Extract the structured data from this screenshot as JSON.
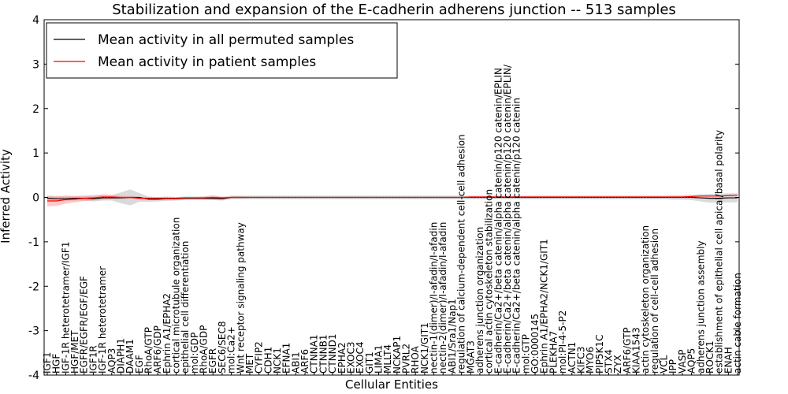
{
  "chart_data": {
    "type": "line",
    "title": "Stabilization and expansion of the E-cadherin adherens junction -- 513 samples",
    "xlabel": "Cellular Entities",
    "ylabel": "Inferred Activity",
    "ylim": [
      -4,
      4
    ],
    "yticks": [
      -4,
      -3,
      -2,
      -1,
      0,
      1,
      2,
      3,
      4
    ],
    "grid": false,
    "legend_placement": "top-left",
    "categories": [
      "IGF1",
      "HGF",
      "IGF-1R heterotetramer/IGF1",
      "HGF/MET",
      "EGFR/EGFR/EGF/EGF",
      "IGF1R",
      "IGF-1R heterotetramer",
      "AQP3",
      "DIAPH1",
      "DAAM1",
      "EGF",
      "RhoA/GTP",
      "ARF6/GDP",
      "Ephrin A1/EPHA2",
      "cortical microtubule organization",
      "epithelial cell differentiation",
      "mol:GDP",
      "RhoA/GDP",
      "EGFR",
      "SEC6/SEC8",
      "mol:Ca2+",
      "Wnt receptor signaling pathway",
      "MET",
      "CYFIP2",
      "CDH1",
      "NCK1",
      "EFNA1",
      "ABI1",
      "ARF6",
      "CTNNA1",
      "CTNNB1",
      "CTNND1",
      "EPHA2",
      "EXOC3",
      "EXOC4",
      "GIT1",
      "LIMA1",
      "MLLT4",
      "NCKAP1",
      "PVRL2",
      "RHOA",
      "NCK1/GIT1",
      "nectin-1(dimer)/I-afadin/I-afadin",
      "nectin-2(dimer)/I-afadin/I-afadin",
      "ABI1/Sra1/Nap1",
      "regulation of calcium-dependent cell-cell adhesion",
      "MGAT3",
      "adherens junction organization",
      "cortical actin cytoskeleton stabilization",
      "E-cadherin/Ca2+/beta catenin/alpha catenin/p120 catenin/EPLIN",
      "E-cadherin/Ca2+/beta catenin/alpha catenin/p120 catenin/EPLIN/",
      "E-cadherin/Ca2+/beta catenin/alpha catenin/p120 catenin",
      "mol:GTP",
      "GO:0000145",
      "Ephrin A1/EPHA2/NCK1/GIT1",
      "PLEKHA7",
      "mol:PI-4-5-P2",
      "ACTN1",
      "KIFC3",
      "MYO6",
      "PIP5K1C",
      "STX4",
      "ZYX",
      "ARF6/GTP",
      "KIAA1543",
      "actin cytoskeleton organization",
      "regulation of cell-cell adhesion",
      "VCL",
      "IPP",
      "VASP",
      "AQP5",
      "adherens junction assembly",
      "ROCK1",
      "establishment of epithelial cell apical/basal polarity",
      "ENAH",
      "actin cable formation"
    ],
    "series": [
      {
        "name": "Mean activity in all permuted samples",
        "color": "#000000",
        "band_color": "#bbbbbb",
        "values": [
          -0.02,
          -0.03,
          -0.03,
          -0.02,
          -0.02,
          -0.03,
          -0.01,
          -0.01,
          -0.01,
          0,
          0,
          -0.04,
          -0.04,
          -0.03,
          -0.03,
          -0.02,
          -0.02,
          -0.02,
          -0.02,
          -0.03,
          0,
          0,
          0,
          0,
          0,
          0,
          0,
          0,
          0,
          0,
          0,
          0,
          0,
          0,
          0,
          0,
          0,
          0,
          0,
          0,
          0,
          0,
          0,
          0,
          0,
          0,
          0,
          0,
          0,
          0,
          0,
          0,
          0,
          0,
          0,
          0,
          0,
          0,
          0,
          0,
          0,
          0,
          0,
          0,
          0,
          0,
          0,
          0,
          0,
          0,
          0,
          -0.01,
          -0.02,
          -0.02,
          -0.01,
          -0.01
        ],
        "band": [
          0.05,
          0.05,
          0.05,
          0.05,
          0.05,
          0.06,
          0.06,
          0.06,
          0.12,
          0.18,
          0.1,
          0.06,
          0.05,
          0.05,
          0.04,
          0.04,
          0.04,
          0.04,
          0.04,
          0.04,
          0.04,
          0.04,
          0.04,
          0.04,
          0.04,
          0.04,
          0.04,
          0.04,
          0.04,
          0.04,
          0.04,
          0.04,
          0.04,
          0.04,
          0.04,
          0.04,
          0.04,
          0.04,
          0.04,
          0.04,
          0.04,
          0.04,
          0.04,
          0.04,
          0.04,
          0.04,
          0.04,
          0.04,
          0.04,
          0.04,
          0.04,
          0.04,
          0.04,
          0.04,
          0.04,
          0.04,
          0.04,
          0.04,
          0.04,
          0.04,
          0.04,
          0.04,
          0.04,
          0.04,
          0.04,
          0.04,
          0.04,
          0.04,
          0.05,
          0.05,
          0.06,
          0.08,
          0.1,
          0.1,
          0.1,
          0.1
        ]
      },
      {
        "name": "Mean activity in patient samples",
        "color": "#ff0000",
        "band_color": "#ff9999",
        "values": [
          -0.08,
          -0.08,
          -0.05,
          -0.04,
          -0.02,
          -0.01,
          0.01,
          0.01,
          0.0,
          0.0,
          -0.02,
          -0.02,
          -0.02,
          -0.02,
          -0.02,
          -0.01,
          -0.01,
          -0.01,
          0.0,
          -0.01,
          0.0,
          0.0,
          0.0,
          0.0,
          0.0,
          0.0,
          0.0,
          0.0,
          0.0,
          0.0,
          0.0,
          0.0,
          0.0,
          0.0,
          0.0,
          0.0,
          0.0,
          0.0,
          0.0,
          0.0,
          0.0,
          0.0,
          0.0,
          0.0,
          0.0,
          0.0,
          0.01,
          0.01,
          0.01,
          0.01,
          0.01,
          0.01,
          0.01,
          0.01,
          0.01,
          0.01,
          0.01,
          0.01,
          0.01,
          0.01,
          0.01,
          0.01,
          0.01,
          0.01,
          0.01,
          0.01,
          0.01,
          0.01,
          0.01,
          0.01,
          0.02,
          0.03,
          0.03,
          0.03,
          0.04,
          0.05
        ],
        "band": [
          0.12,
          0.11,
          0.09,
          0.07,
          0.06,
          0.06,
          0.06,
          0.05,
          0.04,
          0.03,
          0.02,
          0.02,
          0.02,
          0.02,
          0.02,
          0.02,
          0.02,
          0.03,
          0.05,
          0.03,
          0.02,
          0.02,
          0.01,
          0.01,
          0.01,
          0.01,
          0.01,
          0.01,
          0.01,
          0.01,
          0.01,
          0.01,
          0.01,
          0.01,
          0.01,
          0.01,
          0.01,
          0.01,
          0.01,
          0.01,
          0.01,
          0.01,
          0.01,
          0.01,
          0.01,
          0.01,
          0.01,
          0.01,
          0.01,
          0.01,
          0.01,
          0.01,
          0.01,
          0.01,
          0.01,
          0.01,
          0.01,
          0.01,
          0.01,
          0.01,
          0.01,
          0.01,
          0.01,
          0.01,
          0.01,
          0.01,
          0.01,
          0.01,
          0.01,
          0.01,
          0.01,
          0.01,
          0.01,
          0.01,
          0.01,
          0.01
        ]
      }
    ]
  }
}
